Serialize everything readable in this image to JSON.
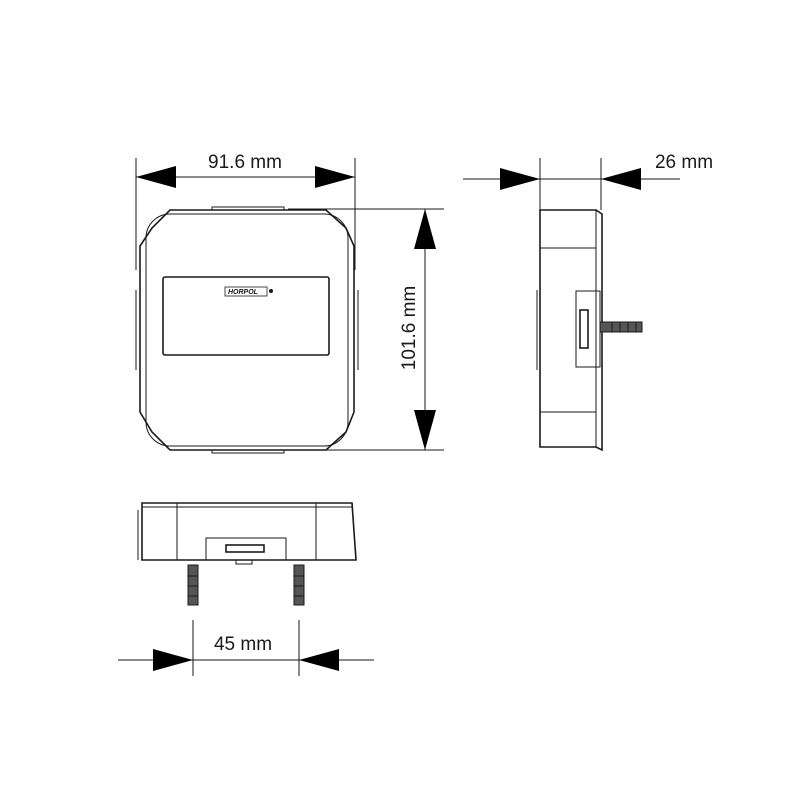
{
  "dimensions": {
    "front_width": "91.6 mm",
    "front_height": "101.6 mm",
    "side_depth": "26 mm",
    "bolt_spacing": "45 mm"
  },
  "logo_text": "HORPOL",
  "colors": {
    "line": "#1a1a1a",
    "arrow": "#000000",
    "background": "#ffffff"
  }
}
